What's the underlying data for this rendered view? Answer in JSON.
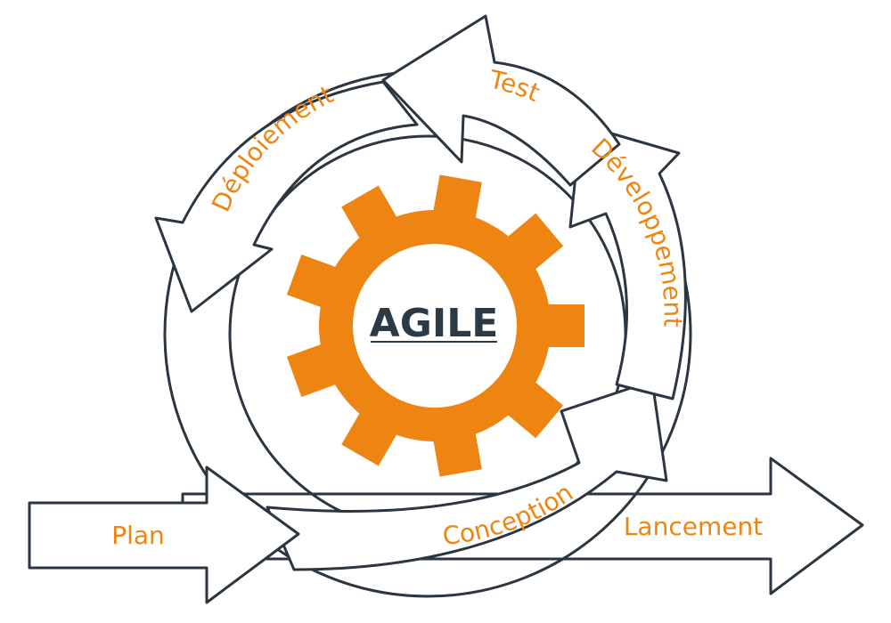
{
  "diagram": {
    "center_label": "AGILE",
    "stages": {
      "plan": "Plan",
      "conception": "Conception",
      "developpement": "Développement",
      "test": "Test",
      "deploiement": "Déploiement",
      "lancement": "Lancement"
    }
  },
  "colors": {
    "accent": "#ee8512",
    "outline": "#2b3640",
    "text_dark": "#2b3a45",
    "background": "#ffffff"
  }
}
